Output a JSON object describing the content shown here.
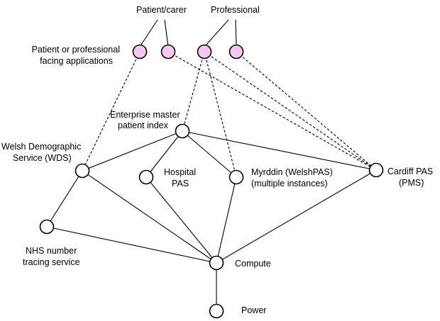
{
  "colors": {
    "app_node_fill": "#f7c6f1",
    "system_node_fill": "#ffffff",
    "line": "#000000",
    "text": "#000000"
  },
  "labels": {
    "patient_carer": "Patient/carer",
    "professional": "Professional",
    "applications": [
      "Patient or professional",
      "facing applications"
    ],
    "empi": [
      "Enterprise master",
      "patient index"
    ],
    "wds": [
      "Welsh Demographic",
      "Service (WDS)"
    ],
    "hospital_pas": [
      "Hospital",
      "PAS"
    ],
    "myrddin": [
      "Myrddin (WelshPAS)",
      "(multiple instances)"
    ],
    "cardiff_pas": [
      "Cardiff PAS",
      "(PMS)"
    ],
    "nhs_tracing": [
      "NHS number",
      "tracing service"
    ],
    "compute": "Compute",
    "power": "Power"
  },
  "nodes": [
    {
      "id": "app1",
      "kind": "app"
    },
    {
      "id": "app2",
      "kind": "app"
    },
    {
      "id": "app3",
      "kind": "app"
    },
    {
      "id": "app4",
      "kind": "app"
    },
    {
      "id": "empi",
      "kind": "system"
    },
    {
      "id": "wds",
      "kind": "system"
    },
    {
      "id": "hospital",
      "kind": "system"
    },
    {
      "id": "myrddin",
      "kind": "system"
    },
    {
      "id": "cardiff",
      "kind": "system"
    },
    {
      "id": "nhs",
      "kind": "system"
    },
    {
      "id": "compute",
      "kind": "system"
    },
    {
      "id": "power",
      "kind": "system"
    }
  ],
  "edges": [
    {
      "from": "app1",
      "to": "wds",
      "style": "dashed"
    },
    {
      "from": "app2",
      "to": "cardiff",
      "style": "dashed"
    },
    {
      "from": "app3",
      "to": "empi",
      "style": "dashed"
    },
    {
      "from": "app3",
      "to": "myrddin",
      "style": "dashed"
    },
    {
      "from": "app3",
      "to": "cardiff",
      "style": "dashed"
    },
    {
      "from": "app4",
      "to": "cardiff",
      "style": "dashed"
    },
    {
      "from": "empi",
      "to": "wds",
      "style": "solid"
    },
    {
      "from": "empi",
      "to": "hospital",
      "style": "solid"
    },
    {
      "from": "empi",
      "to": "myrddin",
      "style": "solid"
    },
    {
      "from": "empi",
      "to": "cardiff",
      "style": "solid"
    },
    {
      "from": "wds",
      "to": "nhs",
      "style": "solid"
    },
    {
      "from": "wds",
      "to": "compute",
      "style": "solid"
    },
    {
      "from": "nhs",
      "to": "compute",
      "style": "solid"
    },
    {
      "from": "hospital",
      "to": "compute",
      "style": "solid"
    },
    {
      "from": "myrddin",
      "to": "compute",
      "style": "solid"
    },
    {
      "from": "cardiff",
      "to": "compute",
      "style": "solid"
    },
    {
      "from": "compute",
      "to": "power",
      "style": "solid"
    }
  ]
}
